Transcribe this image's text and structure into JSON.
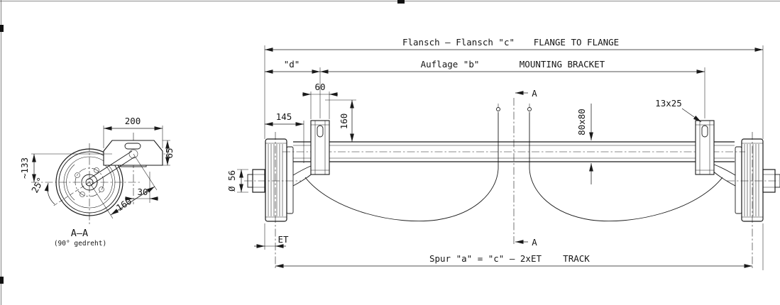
{
  "main_view": {
    "dim_flange_de": "Flansch – Flansch \"c\"",
    "dim_flange_en": "FLANGE TO FLANGE",
    "dim_d": "\"d\"",
    "dim_bracket_de": "Auflage \"b\"",
    "dim_bracket_en": "MOUNTING BRACKET",
    "dim_60": "60",
    "dim_160": "160",
    "dim_145": "145",
    "dim_80x80": "80x80",
    "dim_13x25": "13x25",
    "dim_diameter_56": "Ø 56",
    "section_marker_top": "A",
    "section_marker_bottom": "A",
    "dim_et": "ET",
    "dim_track_de": "Spur \"a\" = \"c\" – 2xET",
    "dim_track_en": "TRACK"
  },
  "section_view": {
    "dim_200": "200",
    "dim_65": "65",
    "dim_133": "~133",
    "dim_25deg": "25°",
    "dim_30": "30",
    "dim_160": "160",
    "label_title": "A–A",
    "label_subtitle": "(90° gedreht)"
  },
  "colors": {
    "line": "#1a1a1a",
    "background": "#ffffff"
  }
}
